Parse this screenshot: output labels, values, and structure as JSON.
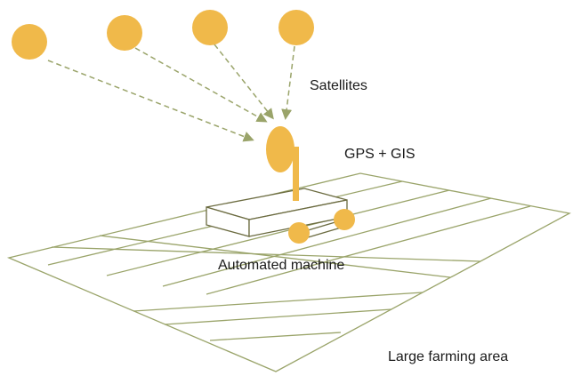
{
  "labels": {
    "satellites": "Satellites",
    "gps_gis": "GPS + GIS",
    "machine": "Automated machine",
    "area": "Large farming area"
  },
  "colors": {
    "satellite": "#f0b94a",
    "antenna": "#f0b94a",
    "arrow": "#9aa46a",
    "field": "#9aa46a",
    "machine_outline": "#6b6b40",
    "text": "#1a1a1a"
  },
  "icons": [
    "satellite-icon",
    "gps-antenna-icon",
    "automated-machine-icon",
    "field-grid-icon"
  ]
}
